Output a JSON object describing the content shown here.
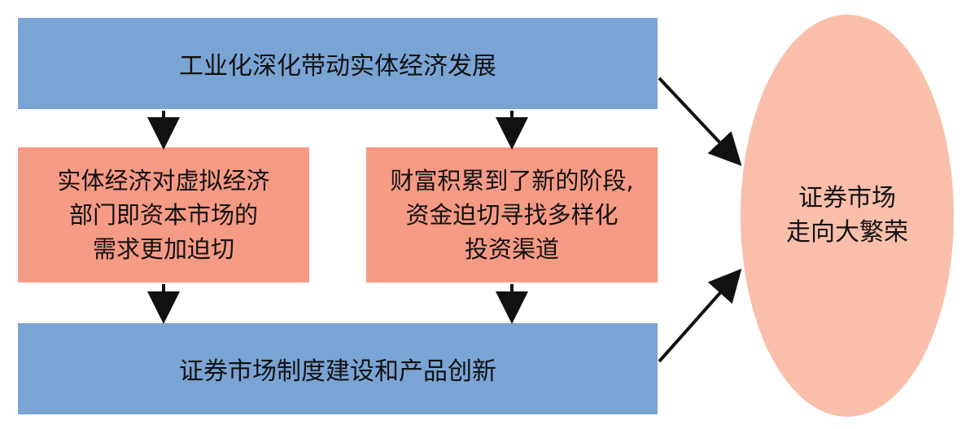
{
  "colors": {
    "blue_box": "#7aa4d4",
    "salmon_box": "#f59a85",
    "ellipse": "#f9bfab",
    "arrow": "#111111"
  },
  "top_box": {
    "text": "工业化深化带动实体经济发展"
  },
  "left_box": {
    "lines": [
      "实体经济对虚拟经济",
      "部门即资本市场的",
      "需求更加迫切"
    ]
  },
  "middle_box": {
    "lines": [
      "财富积累到了新的阶段,",
      "资金迫切寻找多样化",
      "投资渠道"
    ]
  },
  "bottom_box": {
    "text": "证券市场制度建设和产品创新"
  },
  "result_ellipse": {
    "lines": [
      "证券市场",
      "走向大繁荣"
    ]
  }
}
